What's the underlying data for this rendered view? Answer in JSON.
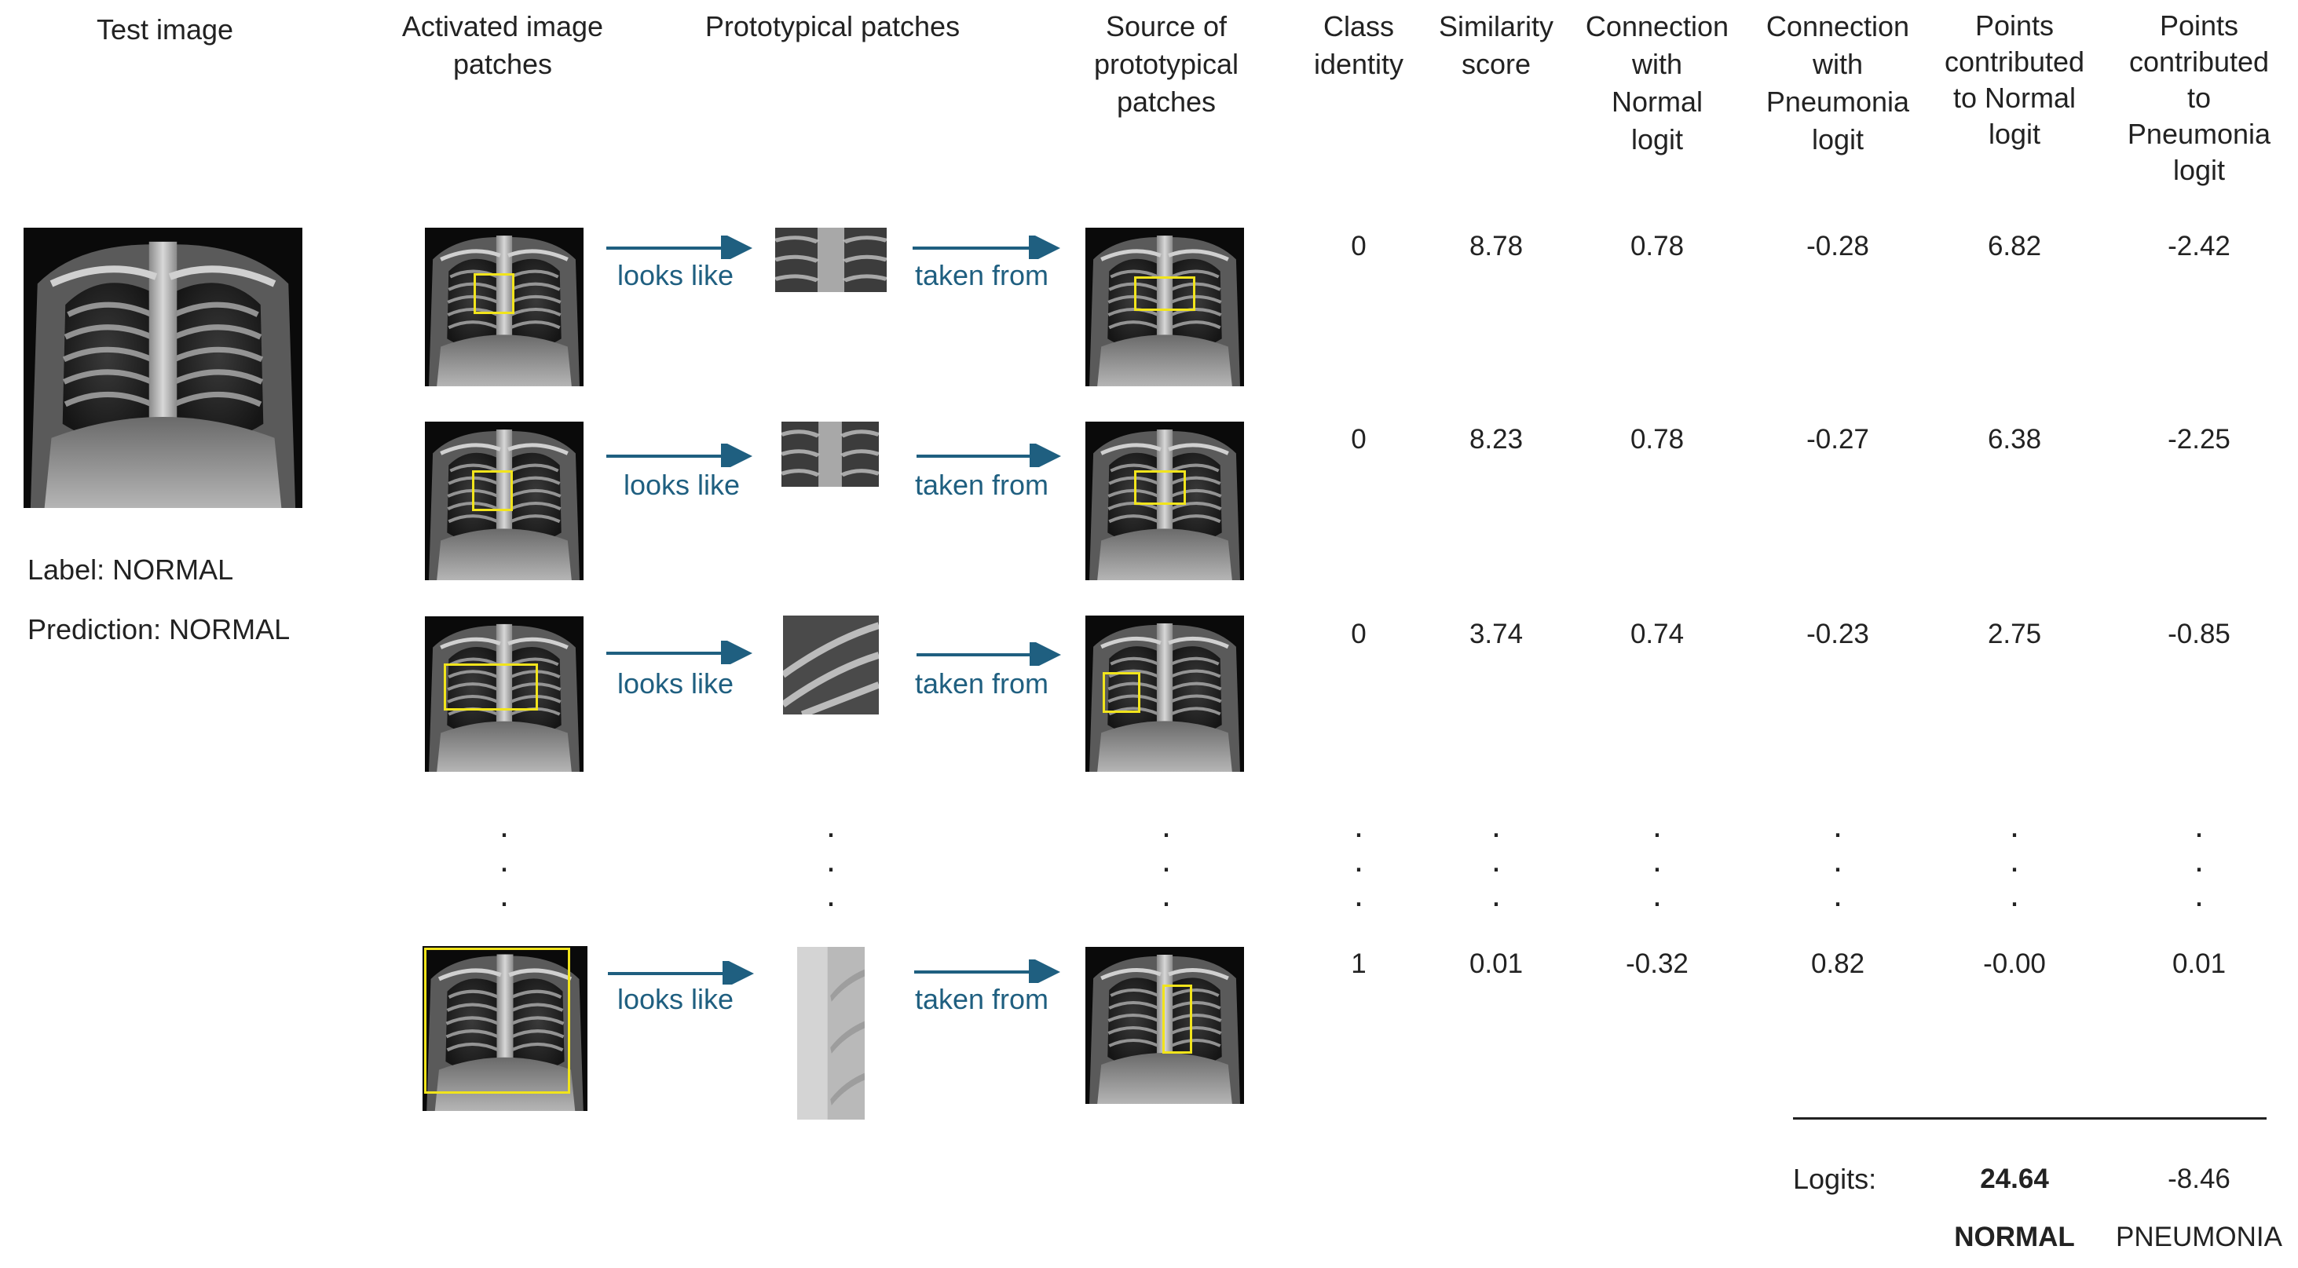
{
  "headers": {
    "test_image": "Test image",
    "activated_l1": "Activated image",
    "activated_l2": "patches",
    "prototypical": "Prototypical patches",
    "source_l1": "Source of",
    "source_l2": "prototypical",
    "source_l3": "patches",
    "class_l1": "Class",
    "class_l2": "identity",
    "sim_l1": "Similarity",
    "sim_l2": "score",
    "conn_normal_l1": "Connection",
    "conn_normal_l2": "with",
    "conn_normal_l3": "Normal",
    "conn_normal_l4": "logit",
    "conn_pneu_l1": "Connection",
    "conn_pneu_l2": "with",
    "conn_pneu_l3": "Pneumonia",
    "conn_pneu_l4": "logit",
    "pts_normal_l1": "Points",
    "pts_normal_l2": "contributed",
    "pts_normal_l3": "to Normal",
    "pts_normal_l4": "logit",
    "pts_pneu_l1": "Points",
    "pts_pneu_l2": "contributed",
    "pts_pneu_l3": "to",
    "pts_pneu_l4": "Pneumonia",
    "pts_pneu_l5": "logit"
  },
  "test": {
    "label": "Label: NORMAL",
    "prediction": "Prediction: NORMAL"
  },
  "arrow_labels": {
    "looks_like": "looks like",
    "taken_from": "taken from"
  },
  "rows": [
    {
      "class_identity": "0",
      "similarity": "8.78",
      "conn_normal": "0.78",
      "conn_pneumonia": "-0.28",
      "pts_normal": "6.82",
      "pts_pneumonia": "-2.42"
    },
    {
      "class_identity": "0",
      "similarity": "8.23",
      "conn_normal": "0.78",
      "conn_pneumonia": "-0.27",
      "pts_normal": "6.38",
      "pts_pneumonia": "-2.25"
    },
    {
      "class_identity": "0",
      "similarity": "3.74",
      "conn_normal": "0.74",
      "conn_pneumonia": "-0.23",
      "pts_normal": "2.75",
      "pts_pneumonia": "-0.85"
    },
    {
      "class_identity": "1",
      "similarity": "0.01",
      "conn_normal": "-0.32",
      "conn_pneumonia": "0.82",
      "pts_normal": "-0.00",
      "pts_pneumonia": "0.01"
    }
  ],
  "ellipsis": ".",
  "totals": {
    "logits_label": "Logits:",
    "normal_value": "24.64",
    "pneumonia_value": "-8.46",
    "normal_class": "NORMAL",
    "pneumonia_class": "PNEUMONIA"
  },
  "colors": {
    "highlight": "#f1e41c",
    "arrow": "#1f5f80"
  }
}
